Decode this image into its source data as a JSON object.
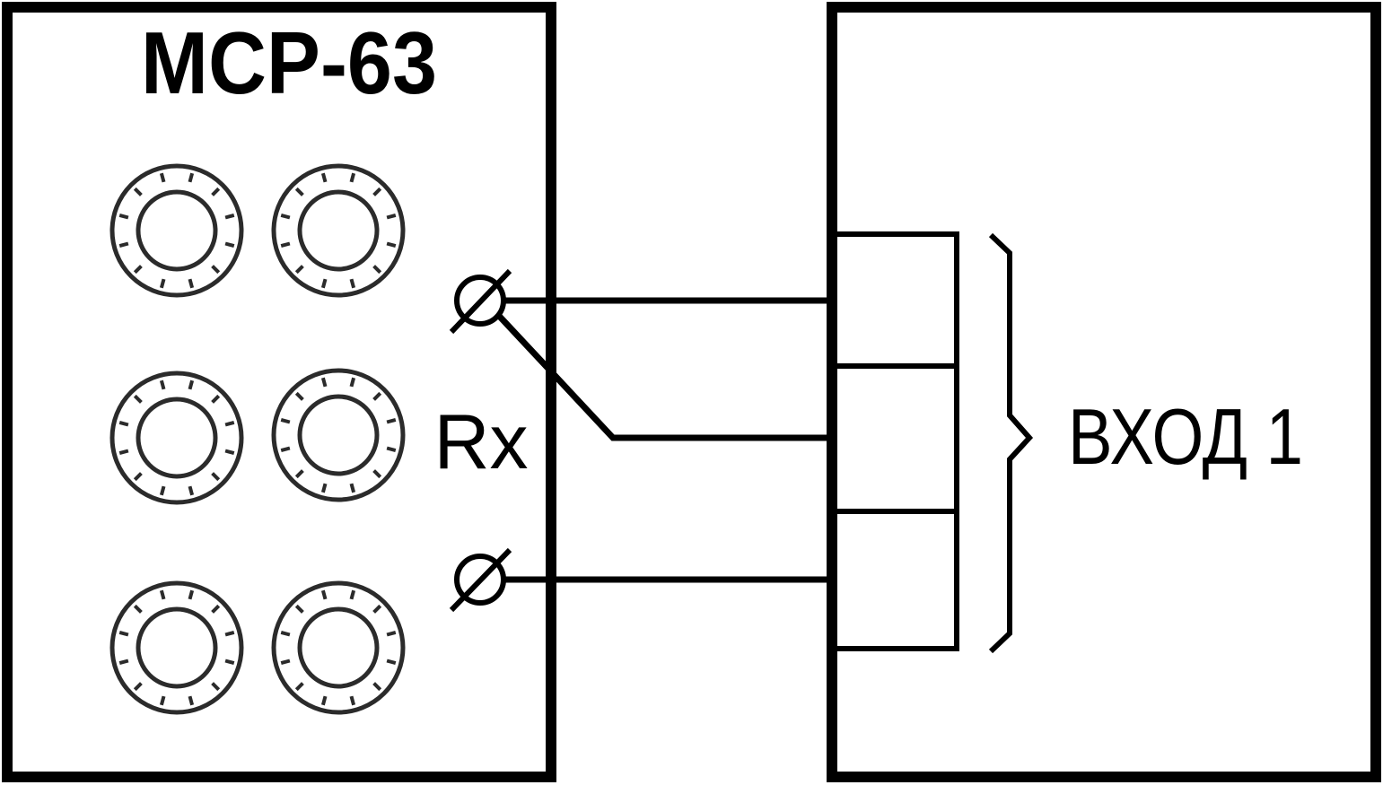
{
  "device": {
    "title": "МСР-63",
    "sensor_label": "Rx"
  },
  "input": {
    "label": "ВХОД 1"
  },
  "knobs": {
    "count": 6
  },
  "terminals": {
    "count": 2
  },
  "colors": {
    "line": "#000000",
    "knob": "#2b2b2b",
    "background": "#ffffff"
  }
}
